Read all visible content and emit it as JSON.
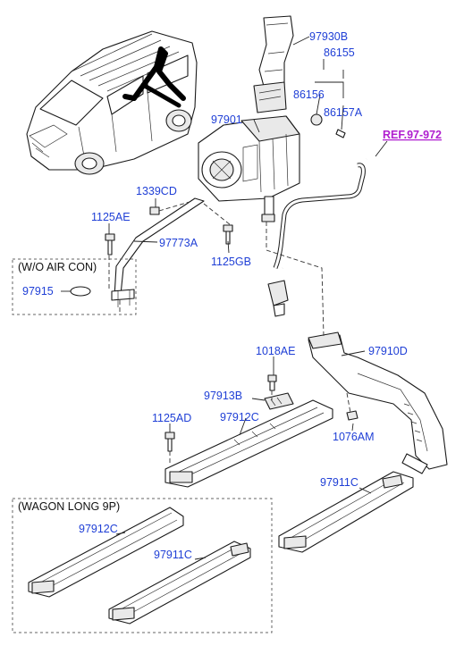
{
  "variants": {
    "wo_air_con": "(W/O AIR CON)",
    "wagon_long_9p": "(WAGON LONG 9P)"
  },
  "reference": "REF.97-972",
  "parts": {
    "p97930B": "97930B",
    "p86155": "86155",
    "p86156": "86156",
    "p86157A": "86157A",
    "p97901": "97901",
    "p1339CD": "1339CD",
    "p1125AE": "1125AE",
    "p97773A": "97773A",
    "p1125GB": "1125GB",
    "p97915": "97915",
    "p97910D": "97910D",
    "p1018AE": "1018AE",
    "p97913B": "97913B",
    "p97912C": "97912C",
    "p1125AD": "1125AD",
    "p1076AM": "1076AM",
    "p97911C": "97911C",
    "p97912C_wagon": "97912C",
    "p97911C_wagon": "97911C"
  },
  "colors": {
    "part_label": "#1f3fd6",
    "reference_label": "#b01fcf",
    "line_art": "#1a1a1a"
  }
}
